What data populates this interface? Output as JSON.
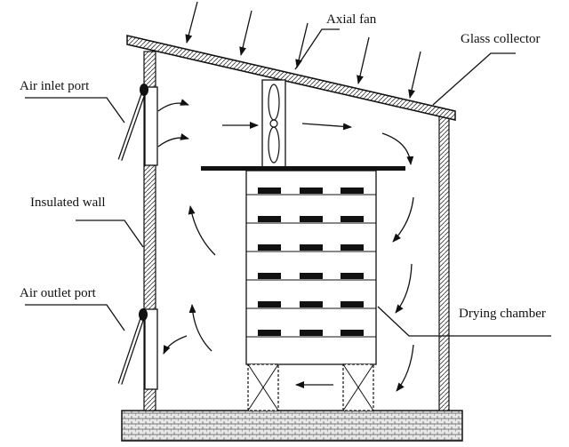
{
  "labels": {
    "axial_fan": "Axial fan",
    "glass_collector": "Glass collector",
    "air_inlet_port": "Air inlet port",
    "insulated_wall": "Insulated wall",
    "air_outlet_port": "Air outlet port",
    "drying_chamber": "Drying chamber"
  },
  "tray_rows": 6,
  "items_per_row": 3
}
